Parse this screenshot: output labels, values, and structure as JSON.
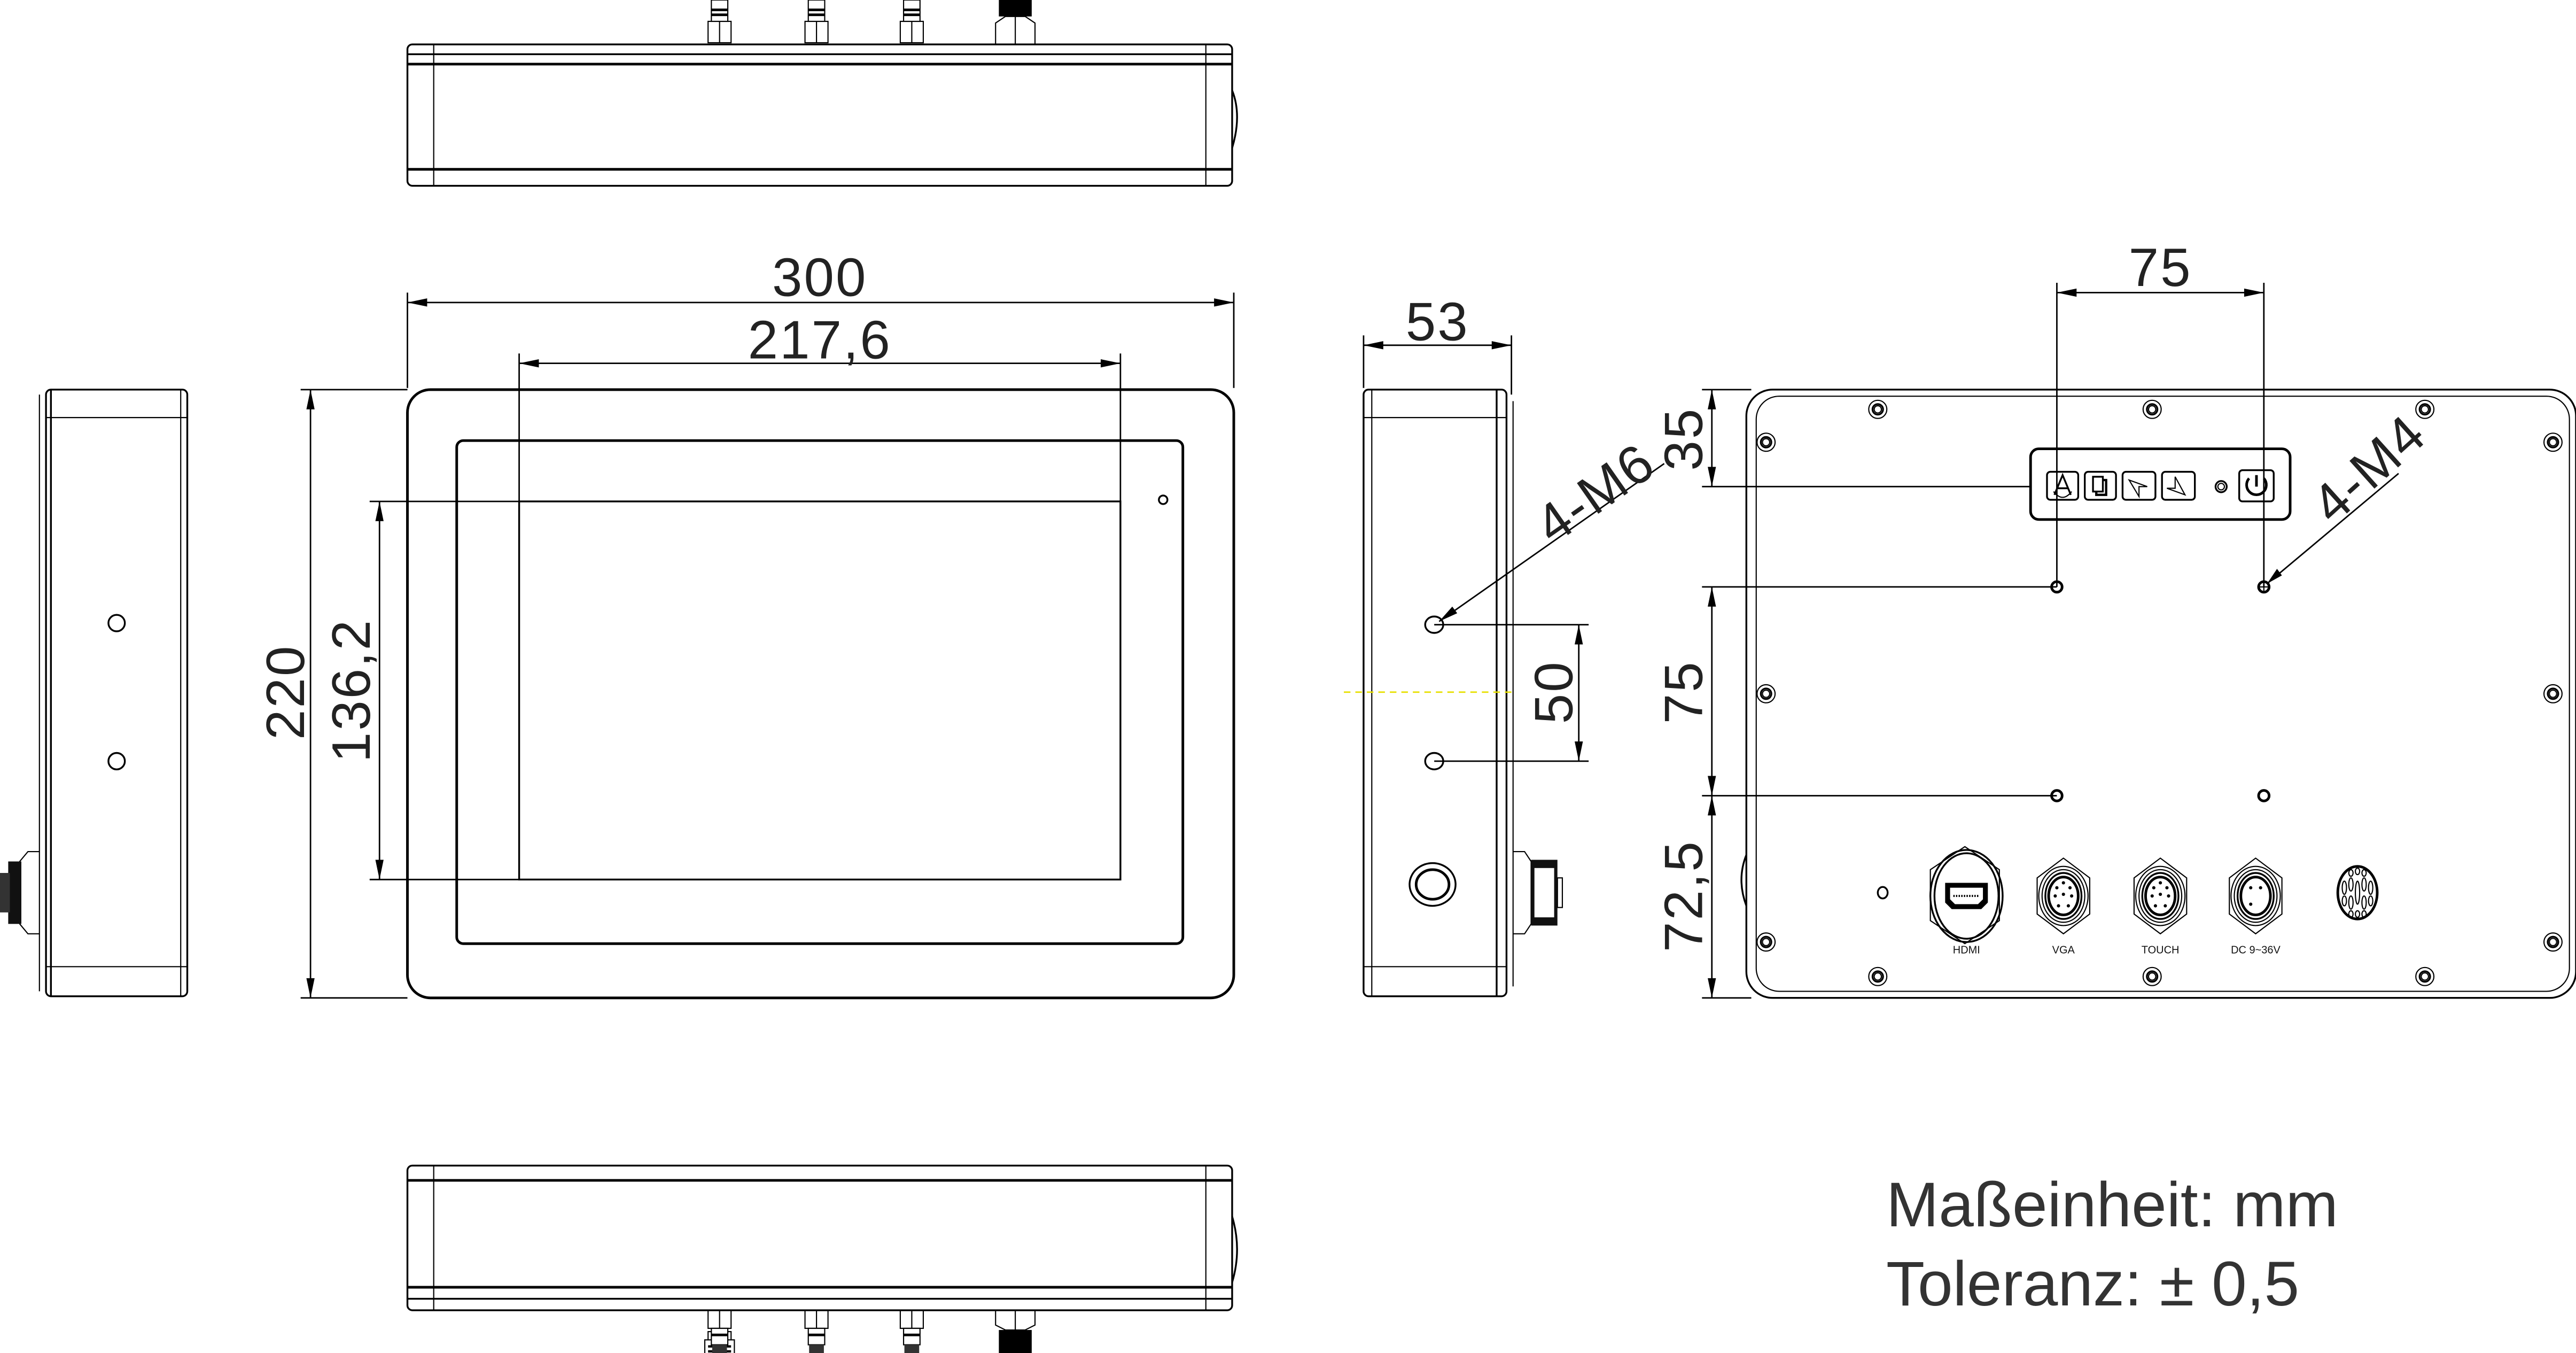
{
  "drawing": {
    "title": "Panel PC dimension drawing",
    "views": [
      "top-view",
      "front-view",
      "left-side-view",
      "right-side-view",
      "rear-view",
      "bottom-view"
    ]
  },
  "dimensions": {
    "overall_width": "300",
    "display_width": "217,6",
    "overall_height": "220",
    "display_height": "136,2",
    "depth": "53",
    "side_hole_spacing": "50",
    "side_hole_callout": "4-M6",
    "vesa_horizontal": "75",
    "vesa_vertical": "75",
    "top_offset": "35",
    "bottom_offset": "72,5",
    "vesa_hole_callout": "4-M4"
  },
  "rear_panel": {
    "osd_buttons": [
      {
        "name": "auto-button",
        "icon": "A"
      },
      {
        "name": "menu-button",
        "icon": "menu"
      },
      {
        "name": "left-button",
        "icon": "arrow-left"
      },
      {
        "name": "right-button",
        "icon": "arrow-right"
      },
      {
        "name": "power-led",
        "icon": "led"
      },
      {
        "name": "power-button",
        "icon": "power"
      }
    ],
    "connectors": [
      {
        "label": "HDMI"
      },
      {
        "label": "VGA"
      },
      {
        "label": "TOUCH"
      },
      {
        "label": "DC 9~36V"
      },
      {
        "label": ""
      }
    ]
  },
  "legend": {
    "unit_line": "Maßeinheit: mm",
    "tolerance_line": "Toleranz: ± 0,5"
  },
  "colors": {
    "line": "#000000",
    "text": "#333333",
    "centerline": "#e8e000",
    "background": "#ffffff"
  }
}
